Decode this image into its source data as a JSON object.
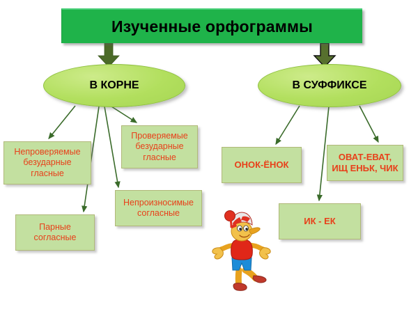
{
  "diagram": {
    "title": "Изученные орфограммы",
    "root": {
      "label": "Изученные орфограммы",
      "fill_color": "#1FB34A",
      "text_color": "#000000"
    },
    "branches": [
      {
        "id": "v-korne",
        "label": "В КОРНЕ",
        "fill_color": "#B2DF5E",
        "text_color": "#000000",
        "children": [
          {
            "id": "neproveryaemye",
            "label": "Непроверяемые безударные гласные"
          },
          {
            "id": "proveryaemye",
            "label": "Проверяемые безударные гласные"
          },
          {
            "id": "neproiznosimye",
            "label": "Непроизносимые согласные"
          },
          {
            "id": "parnye",
            "label": "Парные согласные"
          }
        ]
      },
      {
        "id": "v-suffikse",
        "label": "В СУФФИКСЕ",
        "fill_color": "#B2DF5E",
        "text_color": "#000000",
        "children": [
          {
            "id": "onok",
            "label": "ОНОК-ЁНОК"
          },
          {
            "id": "ovat",
            "label": "ОВАТ-ЕВАТ, ИЩ ЕНЬК, ЧИК"
          },
          {
            "id": "ik-ek",
            "label": "ИК - ЕК"
          }
        ]
      }
    ],
    "leaf_boxes": {
      "neproveryaemye": "Непроверяемые безударные гласные",
      "proveryaemye": "Проверяемые безударные гласные",
      "neproiznosimye": "Непроизносимые согласные",
      "parnye": "Парные согласные",
      "onok": "ОНОК-ЁНОК",
      "ovat": "ОВАТ-ЕВАТ, ИЩ ЕНЬК, ЧИК",
      "ik_ek": "ИК - ЕК"
    },
    "colors": {
      "banner_green": "#1FB34A",
      "ellipse_green": "#B2DF5E",
      "box_green": "#C3E0A0",
      "box_text_red": "#E8401A",
      "connector_green": "#3A6B2A",
      "block_arrow_olive": "#4B6B28",
      "background": "#FFFFFF"
    },
    "illustration": {
      "name": "buratino-character",
      "description": "Буратино",
      "cap_color": "#E03020",
      "shirt_color": "#E02718",
      "shorts_color": "#1C8CD8",
      "skin_color": "#F2C14B",
      "shoe_color": "#C0392B"
    }
  }
}
